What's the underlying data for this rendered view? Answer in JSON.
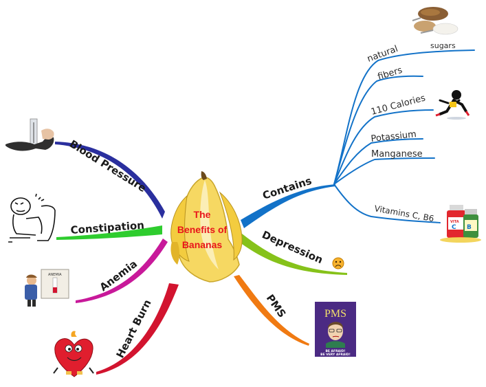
{
  "center": {
    "line1": "The",
    "line2": "Benefits of",
    "line3": "Bananas"
  },
  "branches": {
    "blood_pressure": "Blood Pressure",
    "constipation": "Constipation",
    "anemia": "Anemia",
    "heart_burn": "Heart Burn",
    "contains": "Contains",
    "depression": "Depression",
    "pms": "PMS"
  },
  "contains_items": {
    "natural": "natural",
    "sugars": "sugars",
    "fibers": "fibers",
    "calories": "110 Calories",
    "potassium": "Potassium",
    "manganese": "Manganese",
    "vitamins": "Vitamins C, B6"
  },
  "images": {
    "pms_title": "PMS",
    "pms_caption1": "BE AFRAID!",
    "pms_caption2": "BE VERY AFRAID!",
    "vitamin_c": "C",
    "vitamin_b": "B",
    "vitamin_label": "VITA",
    "anemia_label": "ANEMIA"
  },
  "colors": {
    "blood_pressure": "#2a2f9e",
    "constipation": "#2ecc2e",
    "anemia": "#c8199a",
    "heart_burn": "#d2142f",
    "contains": "#1272c8",
    "depression": "#86c21a",
    "pms": "#f07a12",
    "center_text": "#e8141b"
  }
}
